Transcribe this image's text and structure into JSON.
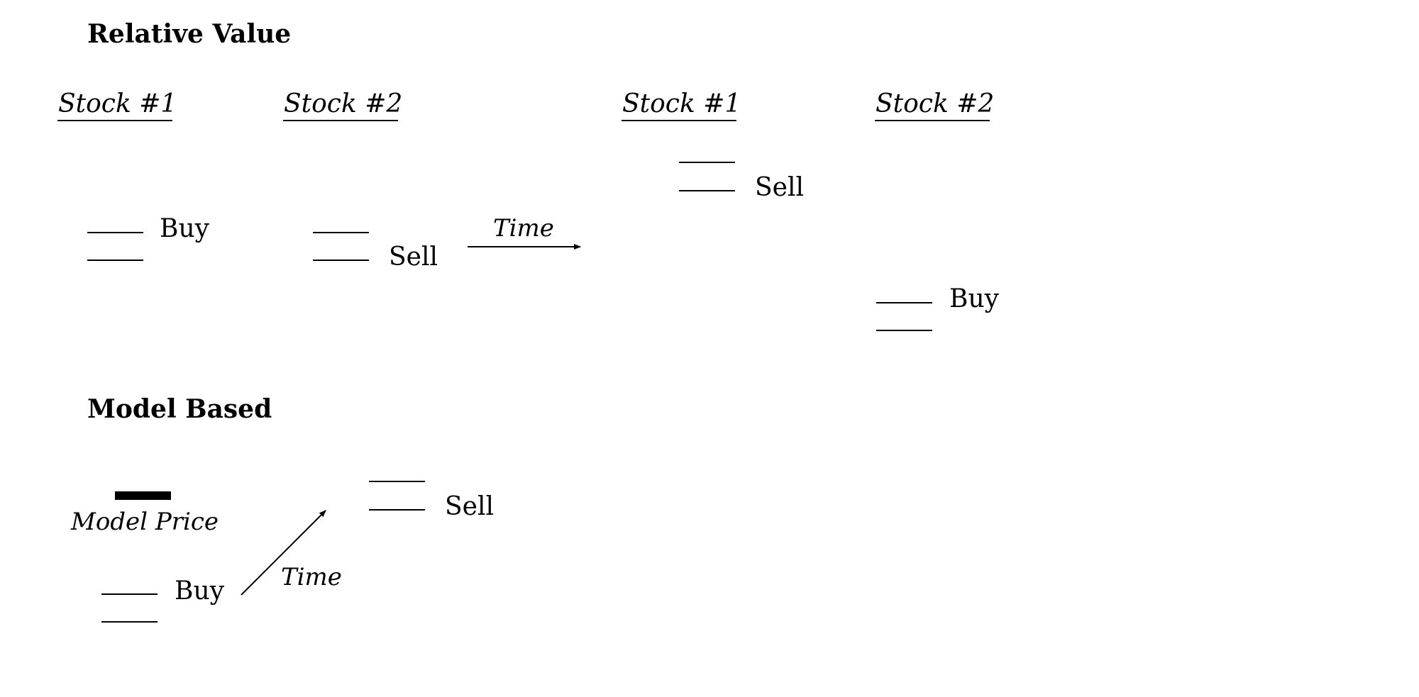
{
  "relative_value": {
    "heading": "Relative Value",
    "before": {
      "stock1_label": "Stock #1",
      "stock2_label": "Stock #2",
      "stock1_action": "Buy",
      "stock2_action": "Sell"
    },
    "time_label": "Time",
    "after": {
      "stock1_label": "Stock #1",
      "stock2_label": "Stock #2",
      "stock1_action": "Sell",
      "stock2_action": "Buy"
    }
  },
  "model_based": {
    "heading": "Model Based",
    "model_price_label": "Model Price",
    "buy_label": "Buy",
    "time_label": "Time",
    "sell_label": "Sell"
  }
}
